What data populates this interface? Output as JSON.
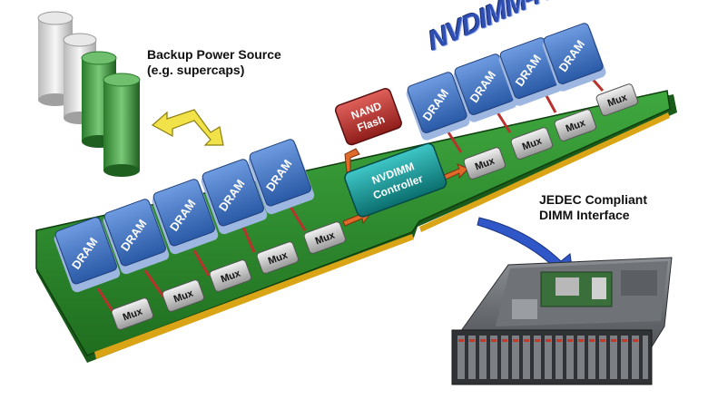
{
  "title": "NVDIMM-N",
  "backup_label": [
    "Backup Power Source",
    "(e.g. supercaps)"
  ],
  "jedec_label": [
    "JEDEC Compliant",
    "DIMM Interface"
  ],
  "chip_label_dram": "DRAM",
  "chip_label_mux": "Mux",
  "nand_label": [
    "NAND",
    "Flash"
  ],
  "controller_label": [
    "NVDIMM",
    "Controller"
  ],
  "colors": {
    "board": "#2e8b2e",
    "dram": "#3f74c6",
    "mux": "#c9c9c9",
    "nand": "#b9322e",
    "controller": "#179a9a",
    "gold": "#d9a416"
  }
}
